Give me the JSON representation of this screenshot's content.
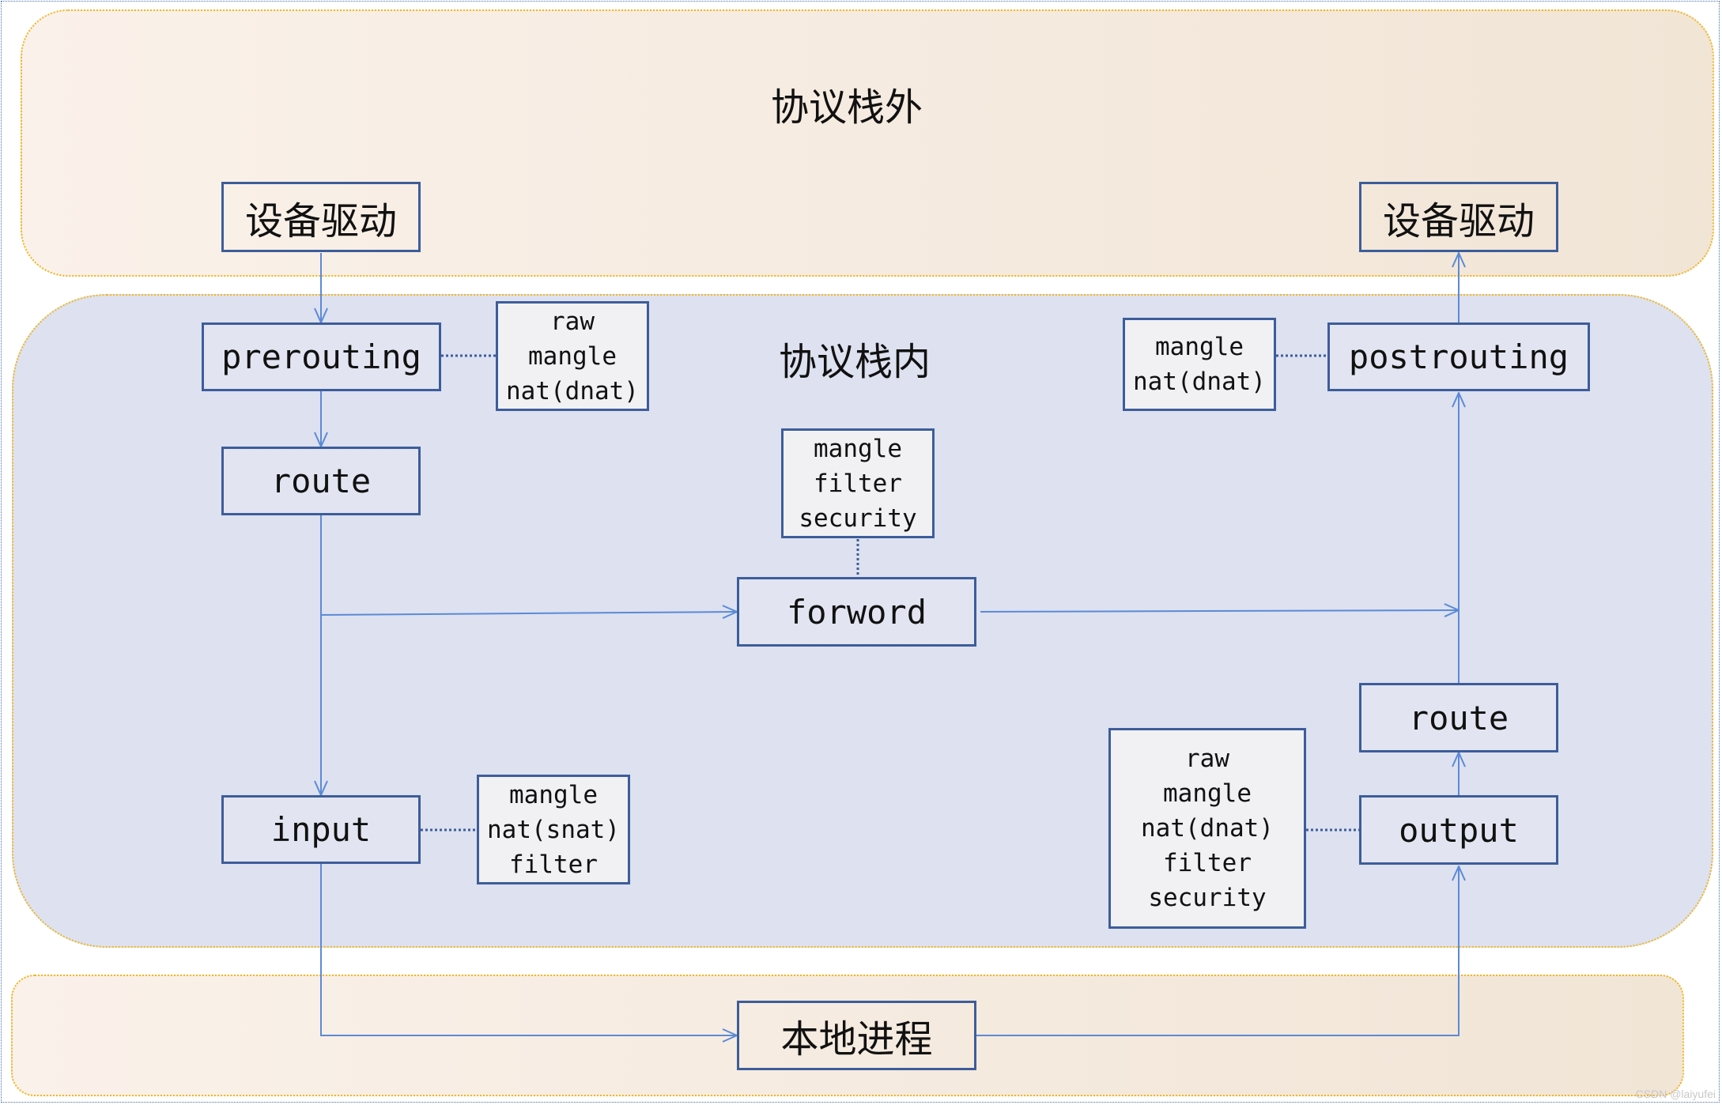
{
  "regions": {
    "outside_stack": "协议栈外",
    "inside_stack": "协议栈内"
  },
  "nodes": {
    "device_driver_in": "设备驱动",
    "device_driver_out": "设备驱动",
    "prerouting": "prerouting",
    "route_in": "route",
    "forword": "forword",
    "input": "input",
    "postrouting": "postrouting",
    "route_out": "route",
    "output": "output",
    "local_process": "本地进程"
  },
  "tables": {
    "prerouting": [
      "raw",
      "mangle",
      "nat(dnat)"
    ],
    "postrouting": [
      "mangle",
      "nat(dnat)"
    ],
    "forword": [
      "mangle",
      "filter",
      "security"
    ],
    "input": [
      "mangle",
      "nat(snat)",
      "filter"
    ],
    "output": [
      "raw",
      "mangle",
      "nat(dnat)",
      "filter",
      "security"
    ]
  },
  "colors": {
    "arrow": "#5b8ad6",
    "box_border": "#3d5d9a",
    "region_border": "#f2b61c",
    "inside_fill": "#dde1f0",
    "outside_fill": "#f3e8dc"
  },
  "watermark": "CSDN @laiyufei"
}
